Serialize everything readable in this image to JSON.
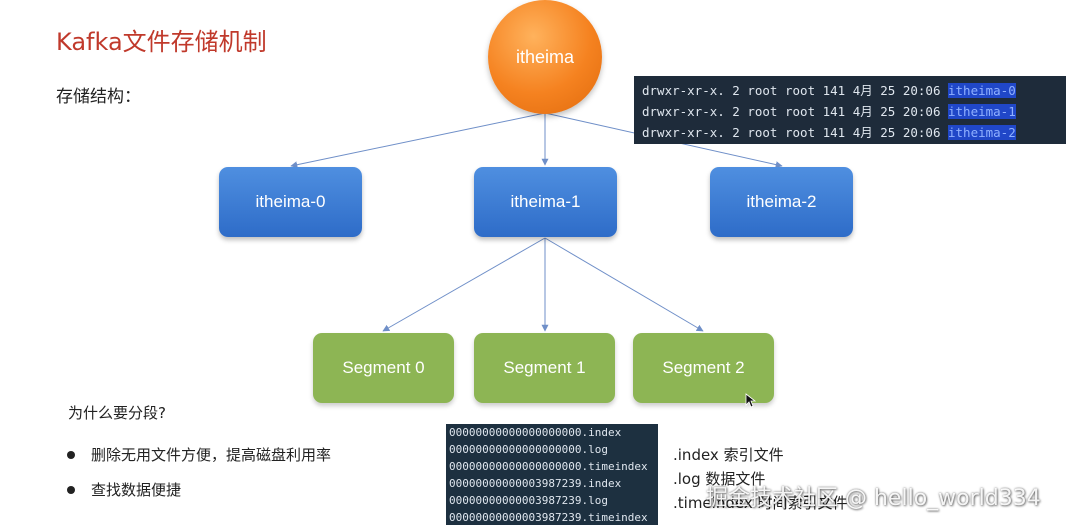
{
  "title": "Kafka文件存储机制",
  "subtitle": "存储结构：",
  "topic": "itheima",
  "partitions": [
    "itheima-0",
    "itheima-1",
    "itheima-2"
  ],
  "segments": [
    "Segment 0",
    "Segment 1",
    "Segment 2"
  ],
  "terminal_lines": [
    {
      "prefix": "drwxr-xr-x. 2 root root  141 4月  25 20:06 ",
      "name": "itheima-0"
    },
    {
      "prefix": "drwxr-xr-x. 2 root root  141 4月  25 20:06 ",
      "name": "itheima-1"
    },
    {
      "prefix": "drwxr-xr-x. 2 root root  141 4月  25 20:06 ",
      "name": "itheima-2"
    }
  ],
  "question": "为什么要分段?",
  "bullets": [
    "删除无用文件方便，提高磁盘利用率",
    "查找数据便捷"
  ],
  "files": [
    "00000000000000000000.index",
    "00000000000000000000.log",
    "00000000000000000000.timeindex",
    "00000000000003987239.index",
    "00000000000003987239.log",
    "00000000000003987239.timeindex"
  ],
  "file_descriptions": [
    ".index  索引文件",
    ".log 数据文件",
    ".timeindex 时间索引文件"
  ],
  "watermark": "掘金技术社区 @ hello_world334",
  "colors": {
    "title": "#c0392b",
    "root": "#f58220",
    "partition": "#2e6cc8",
    "segment": "#8db554",
    "connector": "#6f8fc8",
    "terminal_bg": "#1e2b3a"
  }
}
